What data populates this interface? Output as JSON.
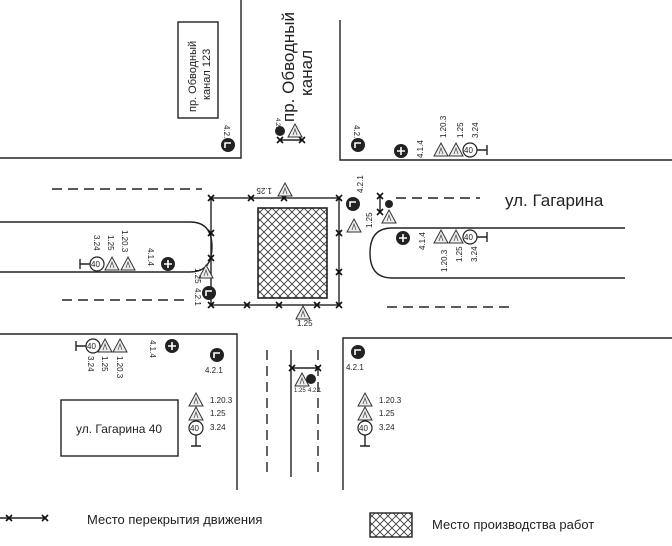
{
  "streets": {
    "obvodny_line1": "пр. Обводный",
    "obvodny_line2": "канал",
    "gagarina": "ул. Гагарина"
  },
  "buildings": {
    "top_left_line1": "пр. Обводный",
    "top_left_line2": "канал 123",
    "bottom_left": "ул. Гагарина 40"
  },
  "signs": {
    "s421": "4.2.1",
    "s414": "4.1.4",
    "s1203": "1.20.3",
    "s125": "1.25",
    "s324": "3.24",
    "speed": "40"
  },
  "legend": {
    "closure": "Место перекрытия движения",
    "works": "Место производства работ"
  }
}
